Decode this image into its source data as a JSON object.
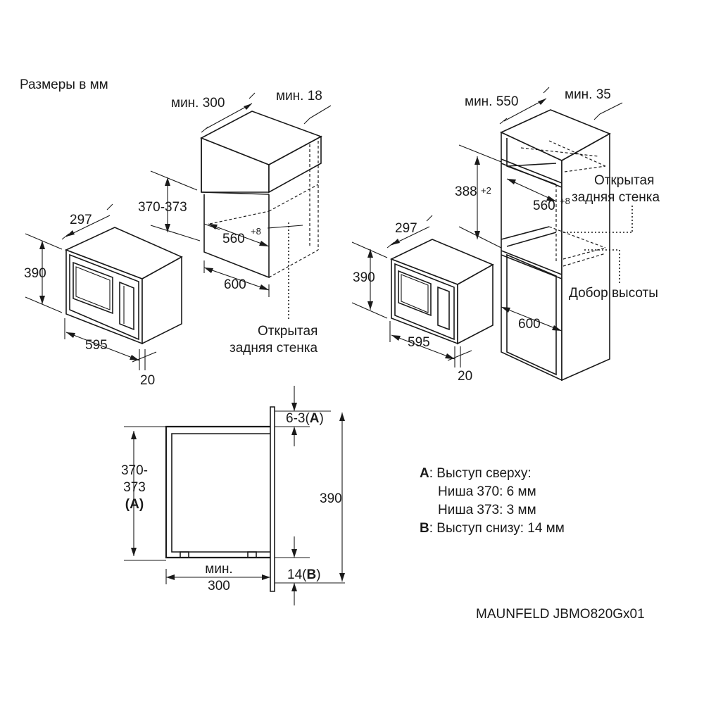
{
  "header": {
    "units_note": "Размеры в мм"
  },
  "left_install": {
    "niche_depth_min": "мин. 300",
    "front_clearance_min": "мин. 18",
    "niche_height": "370-373",
    "niche_width": "560",
    "niche_width_tol": "+8",
    "niche_depth": "600",
    "appliance_depth": "297",
    "appliance_height": "390",
    "appliance_width": "595",
    "panel_protrusion": "20",
    "open_back_label_line1": "Открытая",
    "open_back_label_line2": "задняя стенка"
  },
  "right_install": {
    "niche_depth_min": "мин. 550",
    "back_clearance_min": "мин. 35",
    "niche_height": "388",
    "niche_height_tol": "+2",
    "niche_width": "560",
    "niche_width_tol": "+8",
    "appliance_depth": "297",
    "appliance_height": "390",
    "niche_depth": "600",
    "appliance_width": "595",
    "panel_protrusion": "20",
    "open_back_label_line1": "Открытая",
    "open_back_label_line2": "задняя стенка",
    "height_filler_label": "Добор высоты"
  },
  "side_section": {
    "top_offset": "6-3",
    "top_offset_ref": "A",
    "niche_height_line1": "370-",
    "niche_height_line2": "373",
    "niche_height_ref": "(A)",
    "total_height": "390",
    "bottom_offset": "14",
    "bottom_offset_ref": "B",
    "min_depth_line1": "мин.",
    "min_depth_line2": "300"
  },
  "legend": {
    "a_key": "A",
    "a_title": ": Выступ сверху:",
    "a_line1": "Ниша 370: 6 мм",
    "a_line2": "Ниша 373: 3 мм",
    "b_key": "B",
    "b_title": ": Выступ снизу: 14 мм"
  },
  "footer": {
    "model": "MAUNFELD JBMO820Gx01"
  }
}
